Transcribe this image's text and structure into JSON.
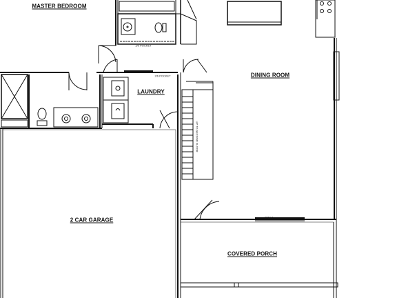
{
  "rooms": {
    "master_bedroom": "MASTER BEDROOM",
    "laundry": "LAUNDRY",
    "dining_room": "DINING ROOM",
    "garage": "2 CAR GARAGE",
    "covered_porch": "COVERED PORCH"
  },
  "notes": {
    "pocket_top": "2/0 POCKET",
    "pocket_laundry": "2/6 POCKET",
    "stair": "UP TO SECOND FLOOR",
    "header": "3068-2"
  },
  "colors": {
    "line": "#111111",
    "background": "#ffffff"
  }
}
